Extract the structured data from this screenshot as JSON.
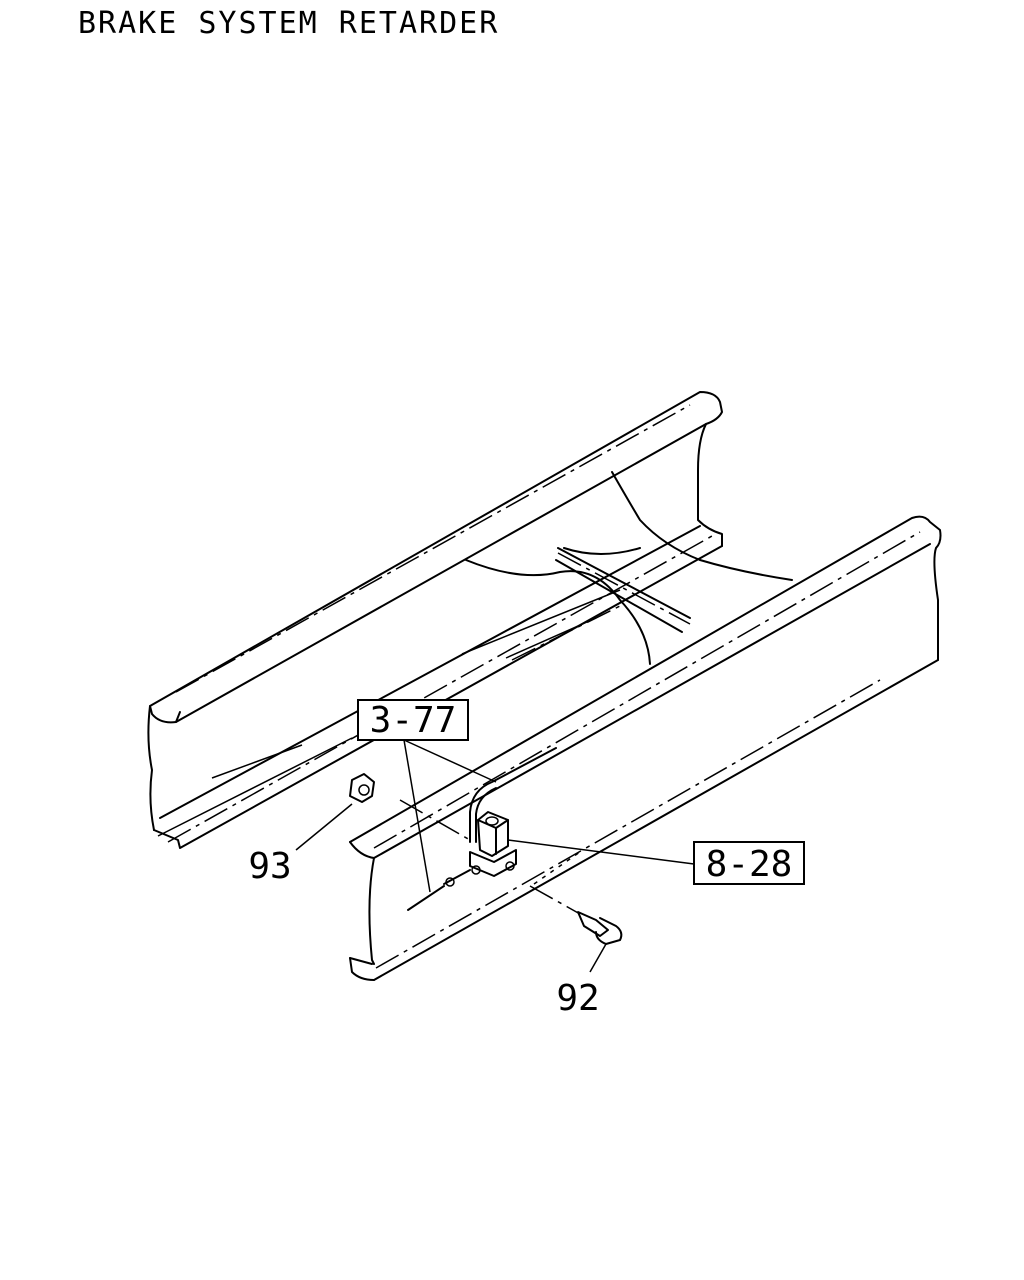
{
  "title": "BRAKE SYSTEM RETARDER",
  "callouts": {
    "ref_3_77": "3-77",
    "ref_8_28": "8-28",
    "part_93": "93",
    "part_92": "92"
  }
}
